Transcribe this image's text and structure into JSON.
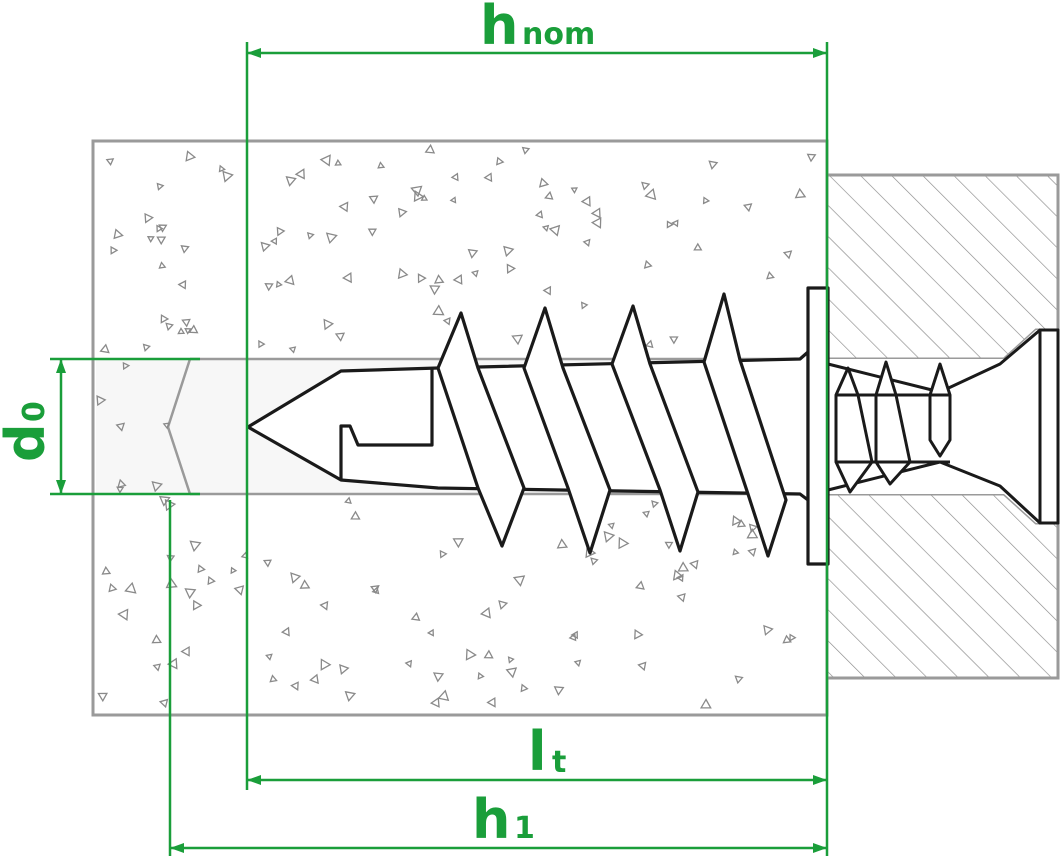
{
  "colors": {
    "dimension": "#1a9e3a",
    "outline": "#1a1a1a",
    "concrete_edge": "#9a9a9a",
    "concrete_fill": "#f5f5f5",
    "hatch": "#8a8a8a",
    "speck": "#8a8a8a"
  },
  "labels": {
    "hnom_main": "h",
    "hnom_sub": "nom",
    "d0_main": "d",
    "d0_sub": "0",
    "lt_main": "l",
    "lt_sub": "t",
    "h1_main": "h",
    "h1_sub": "1"
  },
  "icons": {
    "arrow": "arrowhead",
    "speck": "triangle-speck"
  }
}
